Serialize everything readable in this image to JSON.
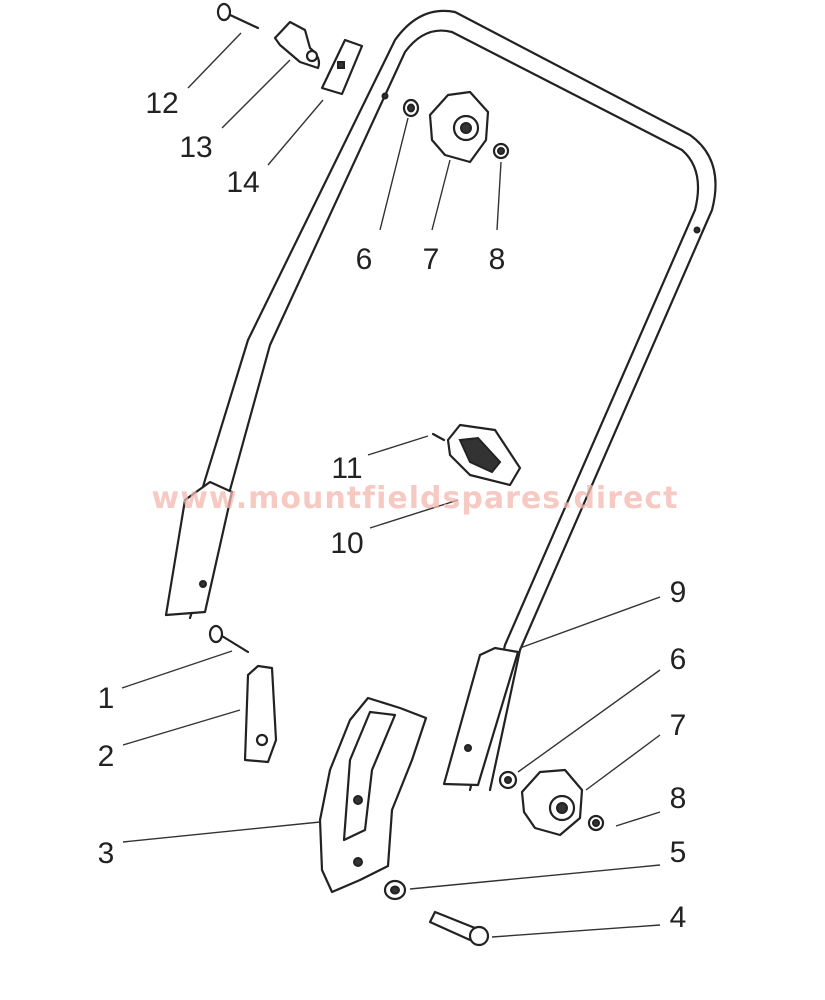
{
  "watermark": "www.mountfieldspares.direct",
  "callouts": [
    {
      "id": "1",
      "label": "1"
    },
    {
      "id": "2",
      "label": "2"
    },
    {
      "id": "3",
      "label": "3"
    },
    {
      "id": "4",
      "label": "4"
    },
    {
      "id": "5",
      "label": "5"
    },
    {
      "id": "6a",
      "label": "6"
    },
    {
      "id": "6b",
      "label": "6"
    },
    {
      "id": "7a",
      "label": "7"
    },
    {
      "id": "7b",
      "label": "7"
    },
    {
      "id": "8a",
      "label": "8"
    },
    {
      "id": "8b",
      "label": "8"
    },
    {
      "id": "9",
      "label": "9"
    },
    {
      "id": "10",
      "label": "10"
    },
    {
      "id": "11",
      "label": "11"
    },
    {
      "id": "12",
      "label": "12"
    },
    {
      "id": "13",
      "label": "13"
    },
    {
      "id": "14",
      "label": "14"
    }
  ]
}
